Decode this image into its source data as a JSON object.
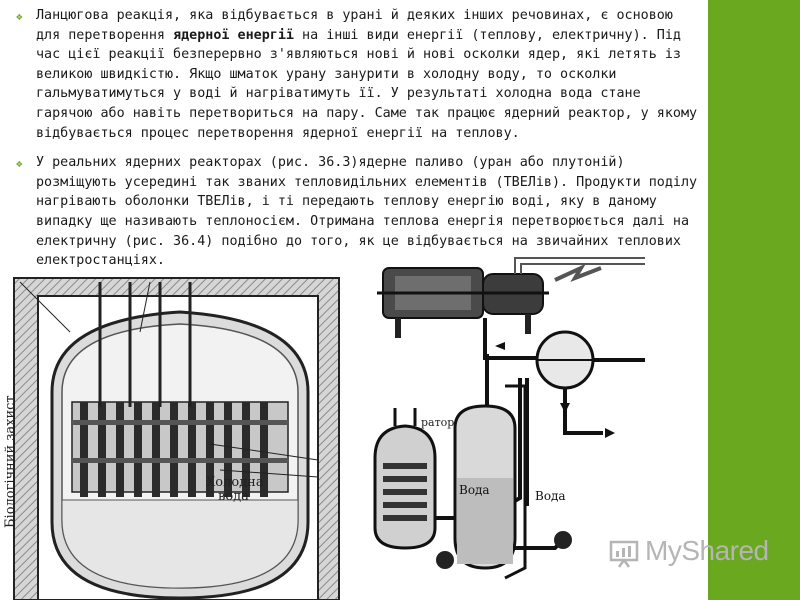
{
  "paragraphs": [
    {
      "pre": "Ланцюгова реакція, яка відбувається в урані й деяких інших речовинах, є основою для перетворення ",
      "bold": "ядерної енергії",
      "post": " на інші види енергії (теплову, електричну). Під час цієї реакції безперервно з'являються нові й нові осколки ядер, які летять із великою швидкістю. Якщо шматок урану занурити в холодну воду, то осколки гальмуватимуться у воді й нагріватимуть її. У результаті холодна вода стане гарячою або навіть перетвориться на пару. Саме так працює ядерний реактор, у якому відбувається процес перетворення ядерної енергії на теплову."
    },
    {
      "pre": "У реальних ядерних реакторах (рис. 36.3)ядерне паливо (уран або плутоній) розміщують усередині так званих тепловидільних елементів (ТВЕЛів). Продукти поділу нагрівають оболонки ТВЕЛів, і ті передають теплову енергію воді, яку в даному випадку ще називають теплоносієм. Отримана теплова енергія перетворюється далі на електричну (рис. 36.4) подібно до того, як це відбувається на звичайних теплових електростанціях.",
      "bold": "",
      "post": ""
    }
  ],
  "figure_left": {
    "shield_label": "Біологічний захист",
    "water_label_line1": "Холодна",
    "water_label_line2": "вода"
  },
  "figure_right": {
    "reactor_label": "ратор",
    "water_label_1": "Вода",
    "water_label_2": "Вода"
  },
  "watermark": {
    "text": "MyShared"
  },
  "colors": {
    "accent": "#6aa820",
    "watermark": "#b5b5b5"
  }
}
